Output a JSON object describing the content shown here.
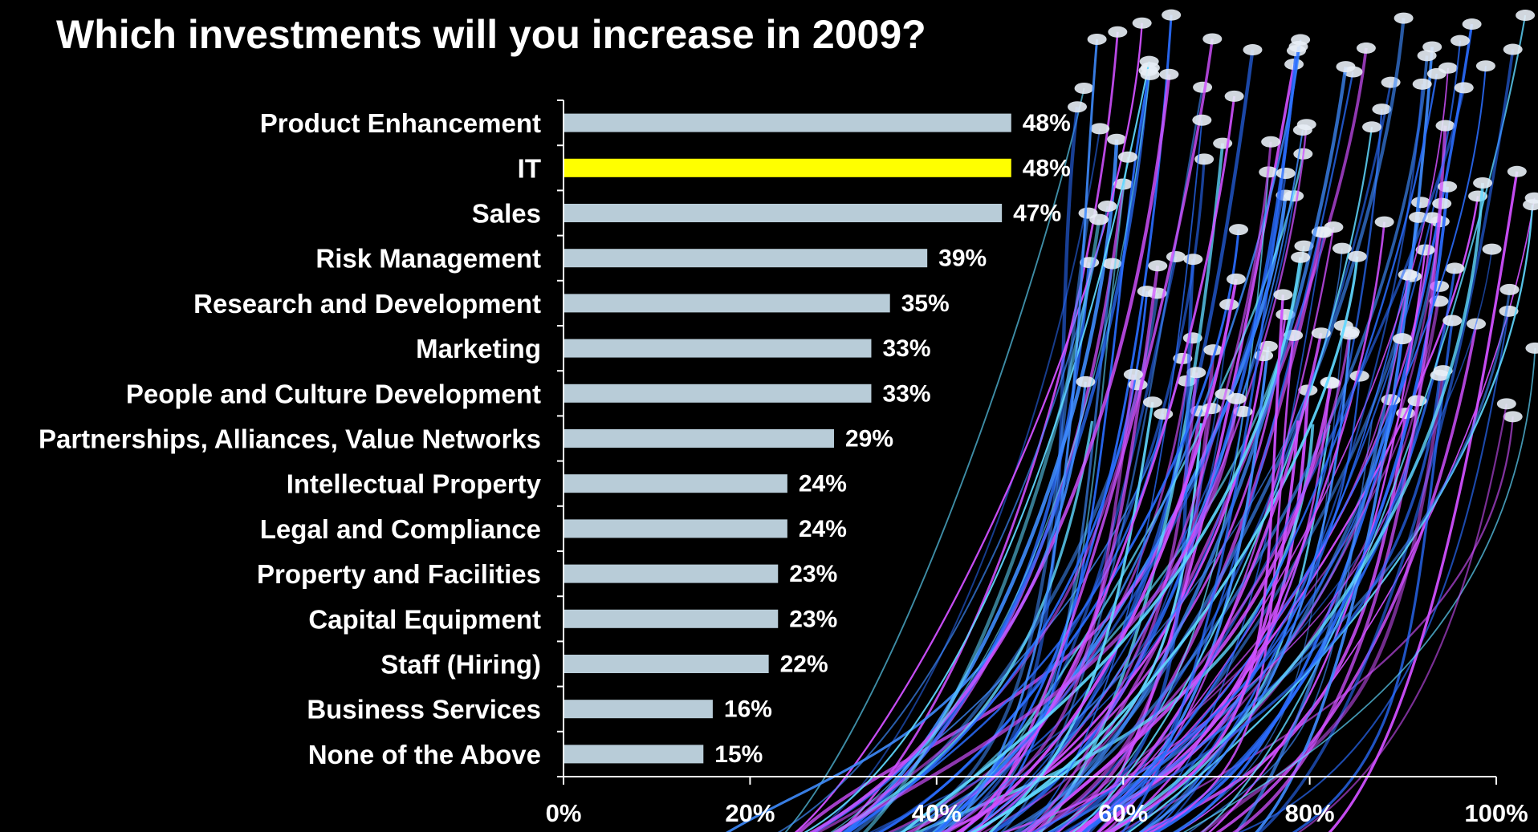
{
  "chart_data": {
    "type": "bar",
    "orientation": "horizontal",
    "title": "Which investments will you increase in 2009?",
    "categories": [
      "Product Enhancement",
      "IT",
      "Sales",
      "Risk Management",
      "Research and Development",
      "Marketing",
      "People and Culture Development",
      "Partnerships, Alliances, Value Networks",
      "Intellectual Property",
      "Legal and Compliance",
      "Property and Facilities",
      "Capital Equipment",
      "Staff (Hiring)",
      "Business Services",
      "None of the Above"
    ],
    "values": [
      48,
      48,
      47,
      39,
      35,
      33,
      33,
      29,
      24,
      24,
      23,
      23,
      22,
      16,
      15
    ],
    "value_labels": [
      "48%",
      "48%",
      "47%",
      "39%",
      "35%",
      "33%",
      "33%",
      "29%",
      "24%",
      "24%",
      "23%",
      "23%",
      "22%",
      "16%",
      "15%"
    ],
    "highlight_index": 1,
    "xlim": [
      0,
      100
    ],
    "xticks": [
      0,
      20,
      40,
      60,
      80,
      100
    ],
    "xtick_labels": [
      "0%",
      "20%",
      "40%",
      "60%",
      "80%",
      "100%"
    ],
    "grid": false,
    "legend": "none",
    "xlabel": "",
    "ylabel": ""
  },
  "colors": {
    "background": "#000000",
    "bar": "#b8ccd8",
    "highlight_bar": "#ffff00",
    "text": "#ffffff",
    "axis": "#ffffff",
    "fiber_pink": "#d050ff",
    "fiber_blue": "#2a6dff",
    "fiber_cyan": "#5fd8ff"
  },
  "background_image": "fiber-optic-strands"
}
